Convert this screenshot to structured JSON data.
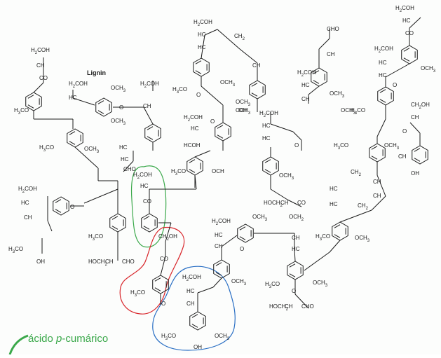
{
  "title": "Lignin",
  "caption": {
    "prefix": "ácido ",
    "italic": "p",
    "suffix": "-cumárico"
  },
  "colors": {
    "ink": "#1a1a1a",
    "highlight_green": "#3aa84a",
    "highlight_red": "#d8252a",
    "highlight_blue": "#2a6fc4",
    "caption_green": "#3aa84a"
  },
  "labels": {
    "h2coh": "H2COH",
    "hc": "HC",
    "ch": "CH",
    "co": "CO",
    "och3": "OCH3",
    "h3co": "H3CO",
    "oh": "OH",
    "o": "O",
    "cho": "CHO",
    "ch2": "CH2",
    "hoch2": "HOCH2",
    "och2": "OCH2",
    "hcoh": "HCOH",
    "och": "OCH",
    "ch2oh": "CH2OH"
  }
}
